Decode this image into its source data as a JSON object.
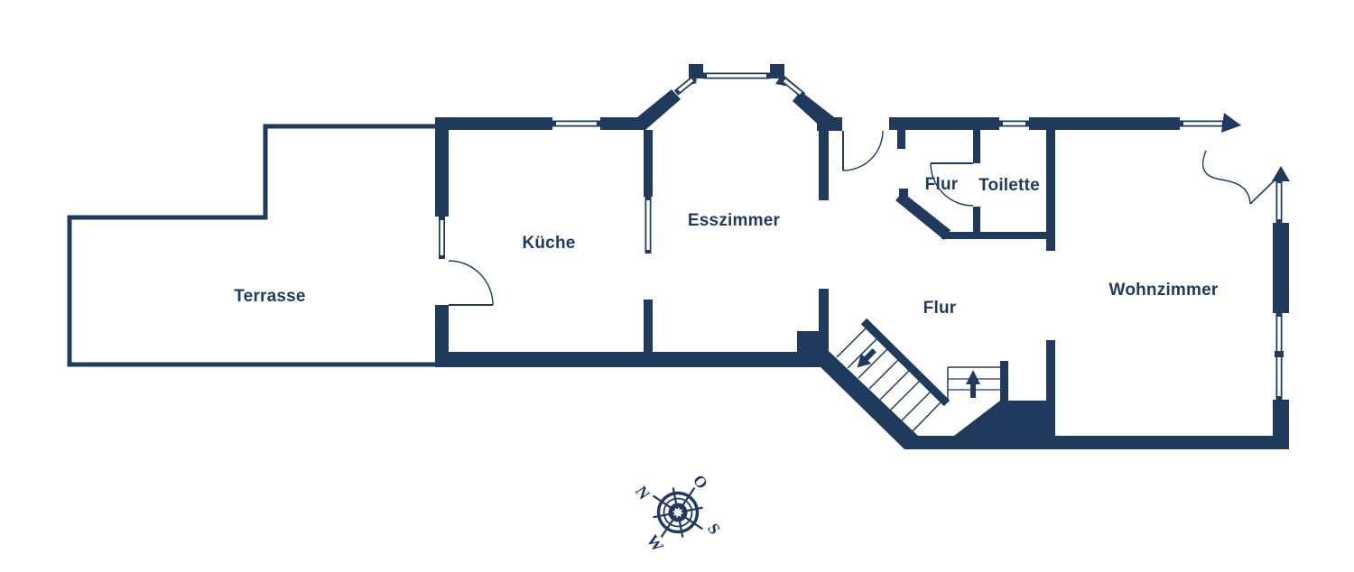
{
  "rooms": {
    "terrasse": "Terrasse",
    "kueche": "Küche",
    "esszimmer": "Esszimmer",
    "flur_oben": "Flur",
    "toilette": "Toilette",
    "flur": "Flur",
    "wohnzimmer": "Wohnzimmer"
  },
  "compass": {
    "north": "N",
    "east": "O",
    "south": "S",
    "west": "W"
  },
  "colors": {
    "wall": "#1f3a5c",
    "background": "#ffffff"
  }
}
